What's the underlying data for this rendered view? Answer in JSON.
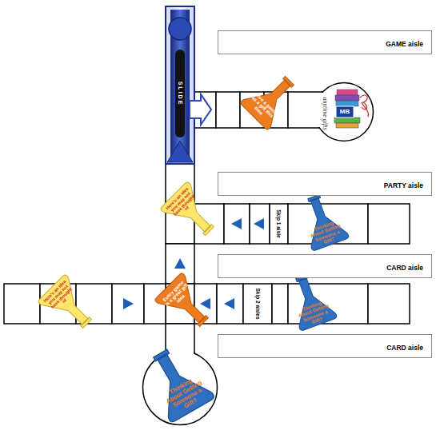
{
  "diagram": {
    "nodes": [
      {
        "text": [
          "GAME aisle"
        ]
      },
      {
        "text": [
          "anytime gifts",
          "MB"
        ]
      },
      {
        "text": [
          "PARTY aisle"
        ]
      },
      {
        "text": [
          "CARD aisle"
        ]
      },
      {
        "text": [
          "CARD aisle"
        ]
      },
      {
        "text": [
          "Thinking About Getting Someone a Gift?"
        ]
      }
    ],
    "labels": [
      "SLIDE",
      "Give a game as a gift this time",
      "Here's an idea you may not have thought of",
      "Skip 1 aisle",
      "Thinking About Getting Someone a Gift?",
      "Here's an idea you may not have thought of",
      "Every game is a great gift idea",
      "Skip 2 aisles",
      "Thinking About Getting Someone a Gift?"
    ]
  }
}
